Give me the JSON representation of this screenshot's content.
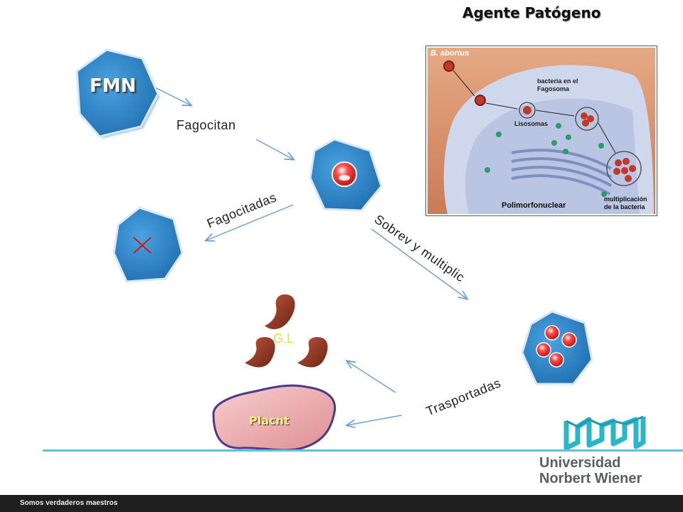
{
  "title": "Agente Patógeno",
  "cells": {
    "fmn_label": "FMN",
    "gl_label": "G.L",
    "placenta_label": "Placnt"
  },
  "arrows": {
    "fagocitan": "Fagocitan",
    "fagocitadas": "Fagocitadas",
    "sobrev": "Sobrev y multiplic",
    "trasportadas": "Trasportadas"
  },
  "inset": {
    "species": "B. abortus",
    "fagosoma": "bacteria en el Fagosoma",
    "lisosomas": "Lisosomas",
    "polimorfonuclear": "Polimorfonuclear",
    "multiplicacion": "multiplicación de la bacteria"
  },
  "university": {
    "line1": "Universidad",
    "line2": "Norbert Wiener"
  },
  "footer": "Somos verdaderos maestros",
  "colors": {
    "cell_blue": "#2f83c8",
    "bacteria_red": "#d01818",
    "organ_brown": "#8e3522",
    "placenta_fill": "#e9a7a9",
    "brand_teal": "#2bb5c8",
    "arrow_blue": "#6a9ed6"
  }
}
